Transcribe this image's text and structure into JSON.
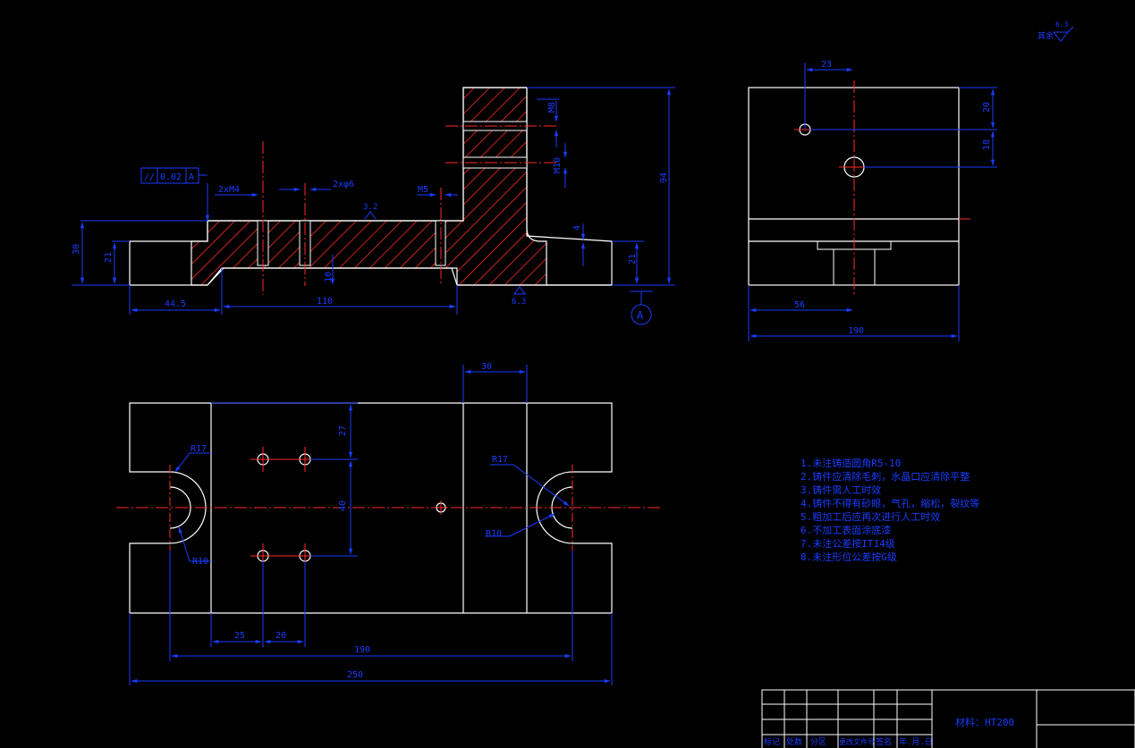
{
  "colors": {
    "background": "#000000",
    "outline": "#ffffff",
    "dimension": "#1a3cff",
    "centerline": "#ff2a2a",
    "hatch": "#ff2a2a",
    "tolerance": "#00e5ff"
  },
  "roughness": {
    "corner_prefix": "其余",
    "corner_value": "6.3",
    "top_value": "3.2",
    "bottom_value": "6.3"
  },
  "geometric_tolerance": {
    "symbol": "//",
    "value": "0.02",
    "datum": "A"
  },
  "datum_label": "A",
  "front_view": {
    "dims": {
      "thread": "2xM4",
      "holes": "2xφ6",
      "m5": "M5",
      "m8": "M8",
      "m10": "M10",
      "four": "4",
      "ninety_four": "94",
      "thirty": "30",
      "twenty_one_left": "21",
      "twenty_one_right": "21",
      "ten": "10",
      "forty_four_five": "44.5",
      "one_ten": "110"
    }
  },
  "side_view": {
    "dims": {
      "twenty_three": "23",
      "twenty": "20",
      "eighteen": "18",
      "fifty_six": "56",
      "one_ninety": "190"
    }
  },
  "top_view": {
    "dims": {
      "thirty": "30",
      "twenty_seven": "27",
      "forty": "40",
      "r17_left": "R17",
      "r10_left": "R10",
      "r17_right": "R17",
      "r10_right": "R10",
      "twenty_five": "25",
      "twenty_b": "20",
      "one_ninety": "190",
      "two_fifty": "250"
    }
  },
  "notes": [
    "1.未注铸造圆角R5-10",
    "2.铸件应清除毛刺，水晶口应清除平整",
    "3.铸件需人工时效",
    "4.铸件不得有砂眼，气孔，缩松，裂纹等",
    "5.粗加工后应再次进行人工时效",
    "6.不加工表面涂底漆",
    "7.未注公差按IT14级",
    "8.未注形位公差按G级"
  ],
  "title_block": {
    "material": "材料：HT200",
    "headers": [
      "标记",
      "处数",
      "分区",
      "更改文件号",
      "签名",
      "年.月.日"
    ]
  }
}
